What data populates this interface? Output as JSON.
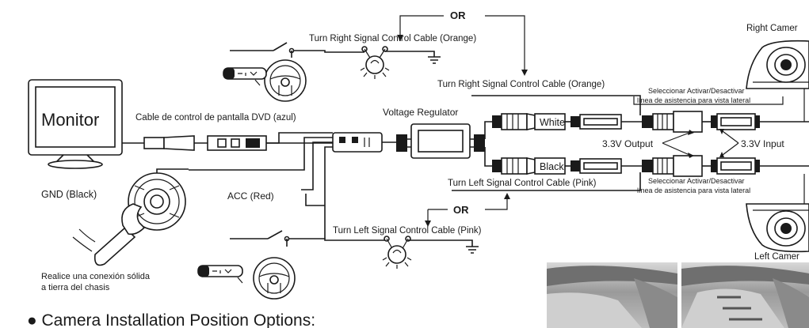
{
  "labels": {
    "or_top": "OR",
    "or_bottom": "OR",
    "turn_right_top": "Turn Right Signal Control Cable (Orange)",
    "turn_right_mid": "Turn Right Signal Control Cable (Orange)",
    "turn_left_mid": "Turn Left Signal Control Cable (Pink)",
    "turn_left_bottom": "Turn Left Signal Control Cable (Pink)",
    "monitor": "Monitor",
    "dvd_cable": "Cable de control de pantalla DVD (azul)",
    "voltage_regulator": "Voltage Regulator",
    "white": "White",
    "black": "Black",
    "output": "3.3V Output",
    "input": "3.3V Input",
    "select_line1_top": "Seleccionar Activar/Desactivar",
    "select_line2_top": "línea de asistencia para vista lateral",
    "select_line1_bottom": "Seleccionar Activar/Desactivar",
    "select_line2_bottom": "línea de asistencia para vista lateral",
    "right_camera": "Right Camer",
    "left_camera": "Left Camer",
    "gnd": "GND (Black)",
    "acc": "ACC (Red)",
    "ground_note_1": "Realice una conexión sólida",
    "ground_note_2": "a tierra del chasis",
    "heading": "● Camera Installation Position Options:"
  }
}
